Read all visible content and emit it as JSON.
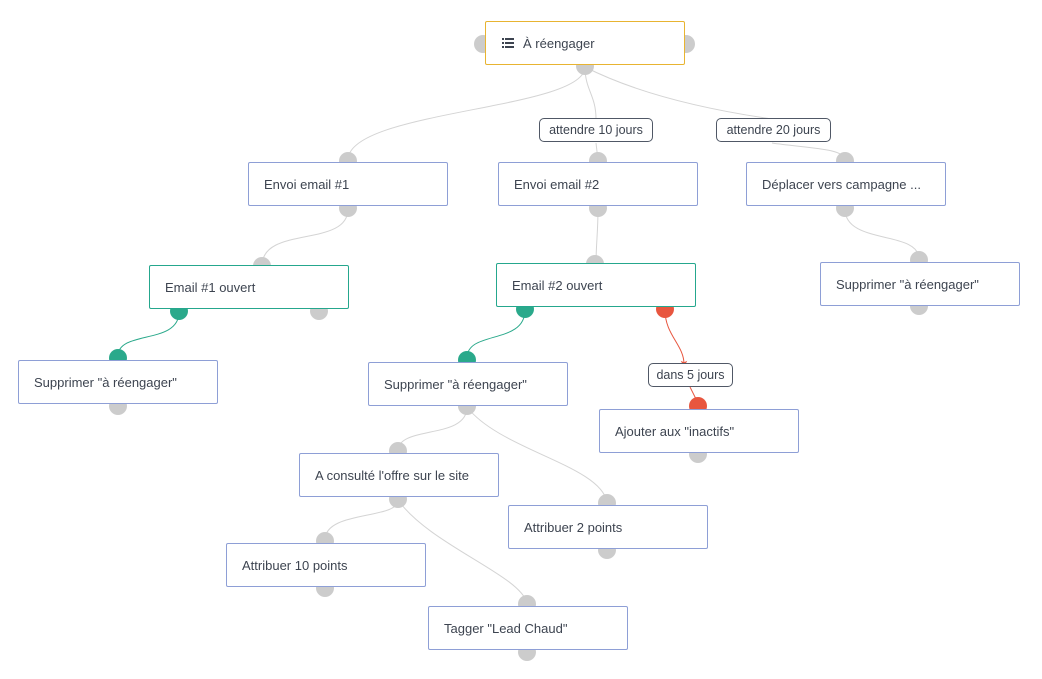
{
  "source": {
    "label": "À réengager",
    "icon": "list-icon"
  },
  "nodes": {
    "email1": "Envoi email #1",
    "email2": "Envoi email #2",
    "move_campaign": "Déplacer vers campagne ...",
    "email1_opened": "Email #1 ouvert",
    "email2_opened": "Email #2 ouvert",
    "remove_tag_right": "Supprimer \"à réengager\"",
    "remove_tag_left": "Supprimer \"à réengager\"",
    "remove_tag_center": "Supprimer \"à réengager\"",
    "add_inactive": "Ajouter aux \"inactifs\"",
    "visited_offer": "A consulté l'offre sur le site",
    "points2": "Attribuer 2 points",
    "points10": "Attribuer 10 points",
    "tag_hot": "Tagger \"Lead Chaud\""
  },
  "delays": {
    "wait10": "attendre 10 jours",
    "wait20": "attendre 20 jours",
    "in5": "dans 5 jours"
  },
  "colors": {
    "connector": "#cccccc",
    "edge": "#d4d4d4",
    "yes": "#2aa98b",
    "no": "#e8563f",
    "source_border": "#e8b431",
    "action_border": "#8e9fd6",
    "condition_border": "#25a78d"
  }
}
